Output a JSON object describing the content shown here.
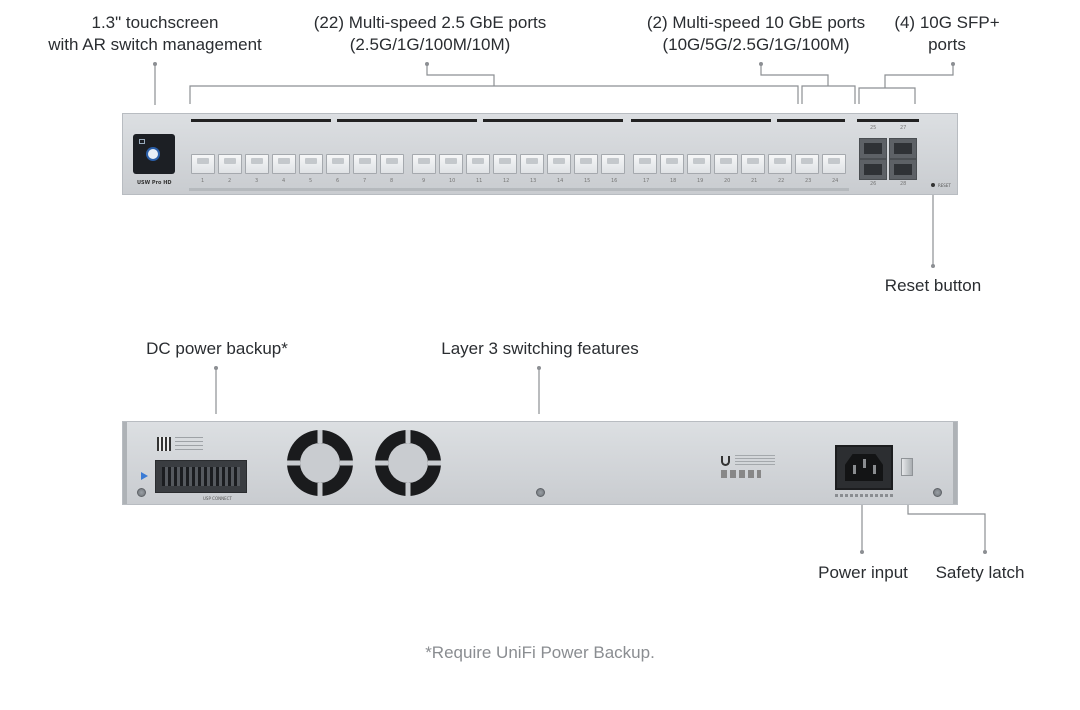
{
  "front_labels": {
    "touchscreen": [
      "1.3\" touchscreen",
      "with AR switch management"
    ],
    "ports_25g": [
      "(22) Multi-speed 2.5 GbE ports",
      "(2.5G/1G/100M/10M)"
    ],
    "ports_10g": [
      "(2) Multi-speed 10 GbE ports",
      "(10G/5G/2.5G/1G/100M)"
    ],
    "sfp": [
      "(4) 10G SFP+",
      "ports"
    ],
    "reset": "Reset button"
  },
  "back_labels": {
    "dc_power": "DC power backup*",
    "layer3": "Layer 3 switching features",
    "power_input": "Power input",
    "safety_latch": "Safety latch"
  },
  "device_text": {
    "model": "USW Pro HD",
    "reset_mark": "RESET",
    "rps_connect": "USP CONNECT",
    "port_numbers": [
      "1",
      "2",
      "3",
      "4",
      "5",
      "6",
      "7",
      "8",
      "9",
      "10",
      "11",
      "12",
      "13",
      "14",
      "15",
      "16",
      "17",
      "18",
      "19",
      "20",
      "21",
      "22",
      "23",
      "24"
    ],
    "sfp_numbers": [
      "25",
      "26",
      "27",
      "28"
    ]
  },
  "footnote": "*Require UniFi Power Backup.",
  "colors": {
    "chassis": "#d3d6d9",
    "leader_line": "#8c8f93",
    "text": "#2a2d31",
    "footnote": "#8a8d91"
  }
}
